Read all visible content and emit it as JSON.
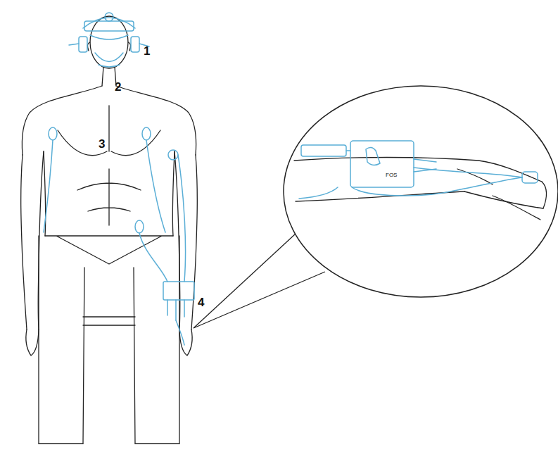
{
  "diagram": {
    "labels": [
      "1",
      "2",
      "3",
      "4",
      "FOS"
    ]
  }
}
